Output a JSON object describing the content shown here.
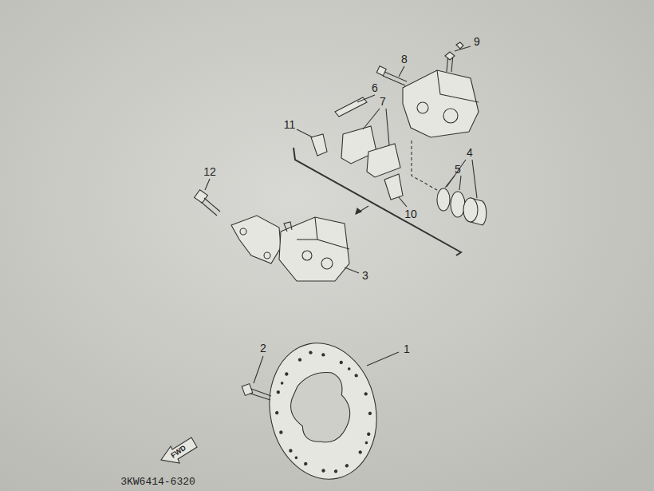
{
  "diagram": {
    "labels": [
      "9",
      "8",
      "6",
      "7",
      "11",
      "4",
      "5",
      "12",
      "10",
      "3",
      "2",
      "1",
      "FWD",
      "3KW6414-6320"
    ]
  }
}
